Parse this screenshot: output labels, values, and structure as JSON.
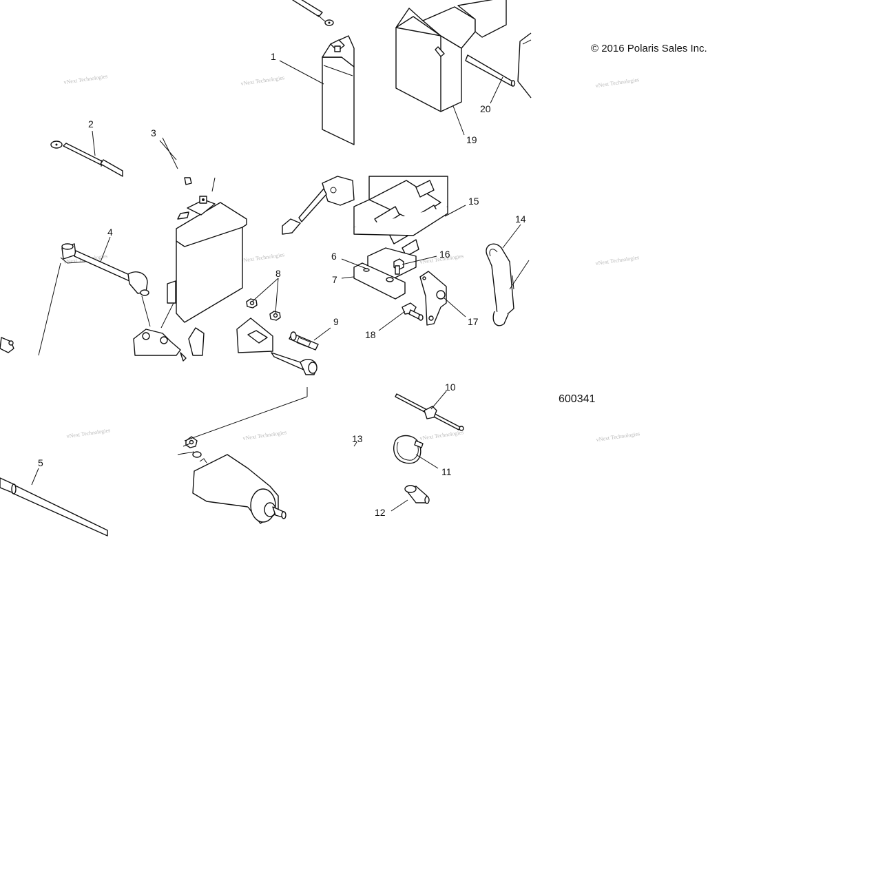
{
  "copyright": "© 2016 Polaris Sales Inc.",
  "figure_number": "600341",
  "watermark": "vNext Technologies",
  "callouts": {
    "c1": "1",
    "c2": "2",
    "c3": "3",
    "c4": "4",
    "c5": "5",
    "c6": "6",
    "c7": "7",
    "c8": "8",
    "c9": "9",
    "c10": "10",
    "c11": "11",
    "c12": "12",
    "c13": "13",
    "c14": "14",
    "c15": "15",
    "c16": "16",
    "c17": "17",
    "c18": "18",
    "c19": "19",
    "c20": "20"
  }
}
